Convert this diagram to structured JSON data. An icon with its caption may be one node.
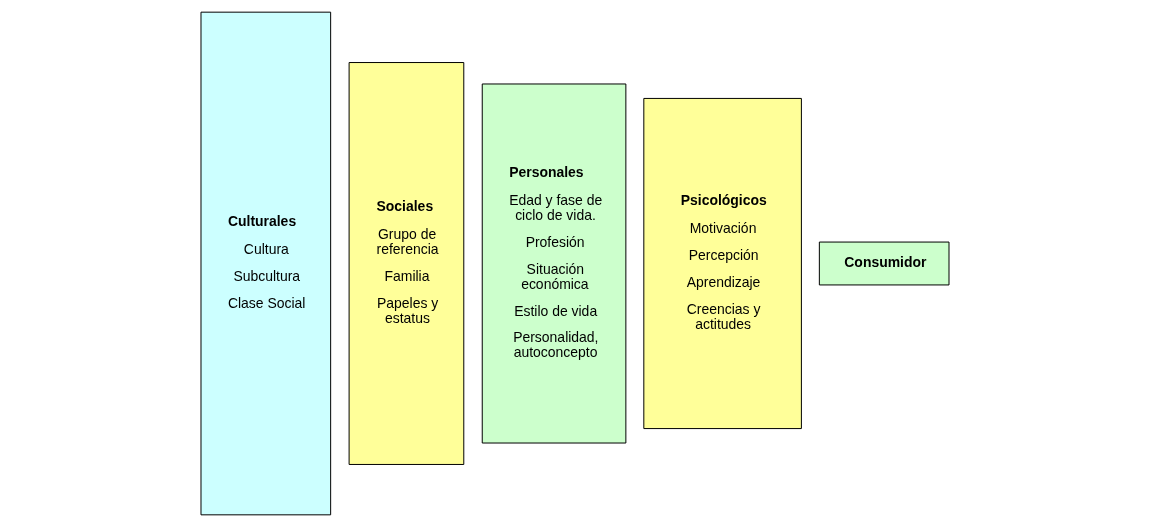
{
  "diagram": {
    "nodes": [
      {
        "text": [
          "Culturales",
          "Cultura",
          "Subcultura",
          "Clase Social"
        ]
      },
      {
        "text": [
          "Sociales",
          "Grupo de referencia",
          "Familia",
          "Papeles y estatus"
        ]
      },
      {
        "text": [
          "Personales",
          "Edad y fase de ciclo de vida.",
          "Profesión",
          "Situación económica",
          "Estilo de vida",
          "Personalidad, autoconcepto"
        ]
      },
      {
        "text": [
          "Psicológicos",
          "Motivación",
          "Percepción",
          "Aprendizaje",
          "Creencias y actitudes"
        ]
      },
      {
        "text": [
          "Consumidor"
        ]
      }
    ],
    "edges": []
  }
}
